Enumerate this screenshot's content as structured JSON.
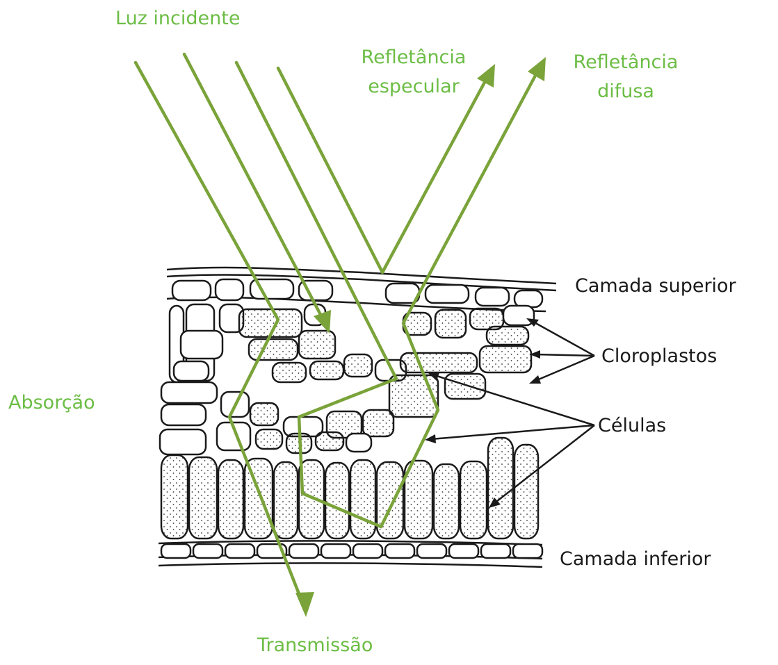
{
  "colors": {
    "ray": "#7aa33a",
    "label_green": "#6cbd45",
    "ink": "#1a1a1a",
    "cell_fill": "#ffffff",
    "stipple": "#333333"
  },
  "labels": {
    "incident": "Luz incidente",
    "specular_line1": "Refletância",
    "specular_line2": "especular",
    "diffuse_line1": "Refletância",
    "diffuse_line2": "difusa",
    "absorption": "Absorção",
    "transmission": "Transmissão",
    "upper_layer": "Camada superior",
    "chloroplasts": "Cloroplastos",
    "cells": "Células",
    "lower_layer": "Camada inferior"
  }
}
